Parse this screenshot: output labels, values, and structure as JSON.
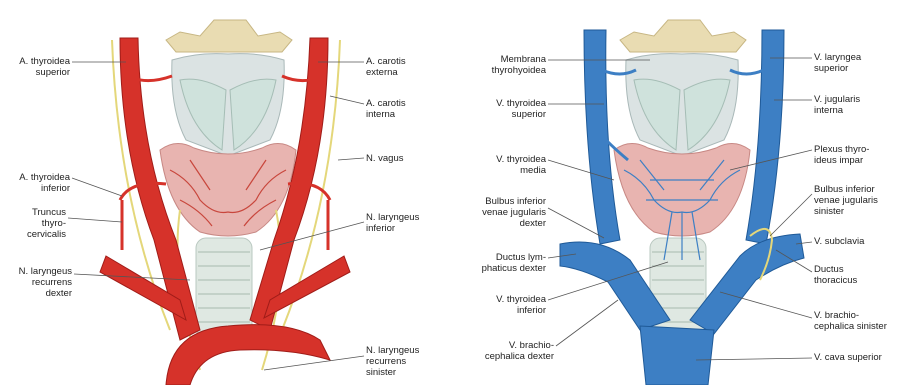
{
  "left_panel": {
    "labels": [
      {
        "id": "a-thyroidea-superior",
        "text": "A. thyroidea\nsuperior"
      },
      {
        "id": "a-carotis-externa",
        "text": "A. carotis\nexterna"
      },
      {
        "id": "a-carotis-interna",
        "text": "A. carotis\ninterna"
      },
      {
        "id": "n-vagus",
        "text": "N. vagus"
      },
      {
        "id": "a-thyroidea-inferior",
        "text": "A. thyroidea\ninferior"
      },
      {
        "id": "truncus",
        "text": "Truncus\nthyro-\ncervicalis"
      },
      {
        "id": "n-laryngeus-inferior",
        "text": "N. laryngeus\ninferior"
      },
      {
        "id": "n-laryngeus-recurrens-dexter",
        "text": "N. laryngeus\nrecurrens\ndexter"
      },
      {
        "id": "n-laryngeus-recurrens-sinister",
        "text": "N. laryngeus\nrecurrens\nsinister"
      }
    ]
  },
  "right_panel": {
    "labels": [
      {
        "id": "membrana",
        "text": "Membrana\nthyrohyoidea"
      },
      {
        "id": "v-thyroidea-superior",
        "text": "V. thyroidea\nsuperior"
      },
      {
        "id": "v-thyroidea-media",
        "text": "V. thyroidea\nmedia"
      },
      {
        "id": "bulbus-dexter",
        "text": "Bulbus inferior\nvenae jugularis\ndexter"
      },
      {
        "id": "ductus-lymph",
        "text": "Ductus lym-\nphaticus dexter"
      },
      {
        "id": "v-thyroidea-inferior",
        "text": "V. thyroidea\ninferior"
      },
      {
        "id": "v-brachio-dexter",
        "text": "V. brachio-\ncephalica dexter"
      },
      {
        "id": "v-laryngea-superior",
        "text": "V. laryngea\nsuperior"
      },
      {
        "id": "v-jugularis-interna",
        "text": "V. jugularis\ninterna"
      },
      {
        "id": "plexus",
        "text": "Plexus thyro-\nideus impar"
      },
      {
        "id": "bulbus-sinister",
        "text": "Bulbus inferior\nvenae jugularis\nsinister"
      },
      {
        "id": "v-subclavia",
        "text": "V. subclavia"
      },
      {
        "id": "ductus-thoracicus",
        "text": "Ductus\nthoracicus"
      },
      {
        "id": "v-brachio-sinister",
        "text": "V. brachio-\ncephalica sinister"
      },
      {
        "id": "v-cava-superior",
        "text": "V. cava superior"
      }
    ]
  },
  "colors": {
    "artery": "#d6322a",
    "artery_dark": "#a01c18",
    "vein": "#3d7fc4",
    "vein_dark": "#1f5a98",
    "nerve": "#e4d77a",
    "cartilage": "#d9e6df",
    "hyoid": "#e9dcb2",
    "thyroid": "#e8b4b0",
    "trachea": "#dfe8e2"
  }
}
